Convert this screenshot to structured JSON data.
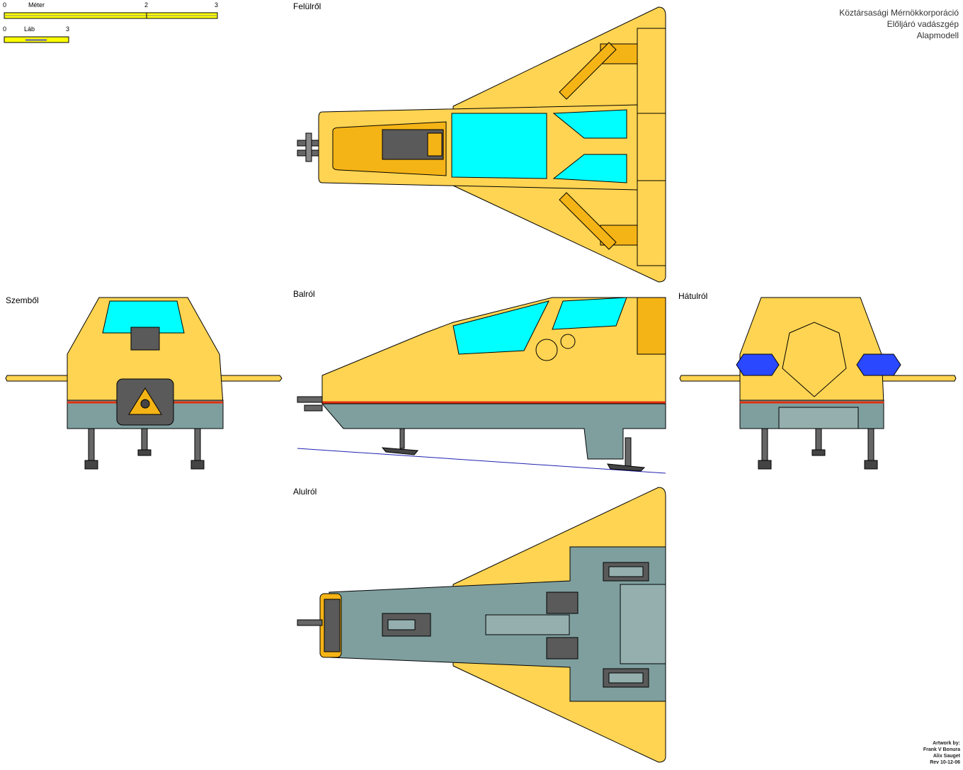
{
  "title_block": {
    "line1": "Köztársasági Mérnökkorporáció",
    "line2": "Előljáró vadászgép",
    "line3": "Alapmodell"
  },
  "views": {
    "top": "Felülről",
    "front": "Szemből",
    "left": "Balról",
    "rear": "Hátulról",
    "bottom": "Alulról"
  },
  "scale": {
    "meter_label": "Méter",
    "meter_ticks": [
      "0",
      "2",
      "3"
    ],
    "foot_label": "Láb",
    "foot_ticks": [
      "0",
      "3"
    ]
  },
  "credits": {
    "line1": "Artwork by:",
    "line2": "Frank V Bonura",
    "line3": "Alix Sauget",
    "line4": "Rev 10-12-06"
  },
  "colors": {
    "hull": "#FFD452",
    "hull_dark": "#F5B416",
    "canopy": "#00FFFF",
    "underside": "#7F9F9F",
    "underside_light": "#95AFAF",
    "stripe": "#E03010",
    "thruster": "#2A48FF",
    "ground_line": "#2020B0"
  }
}
